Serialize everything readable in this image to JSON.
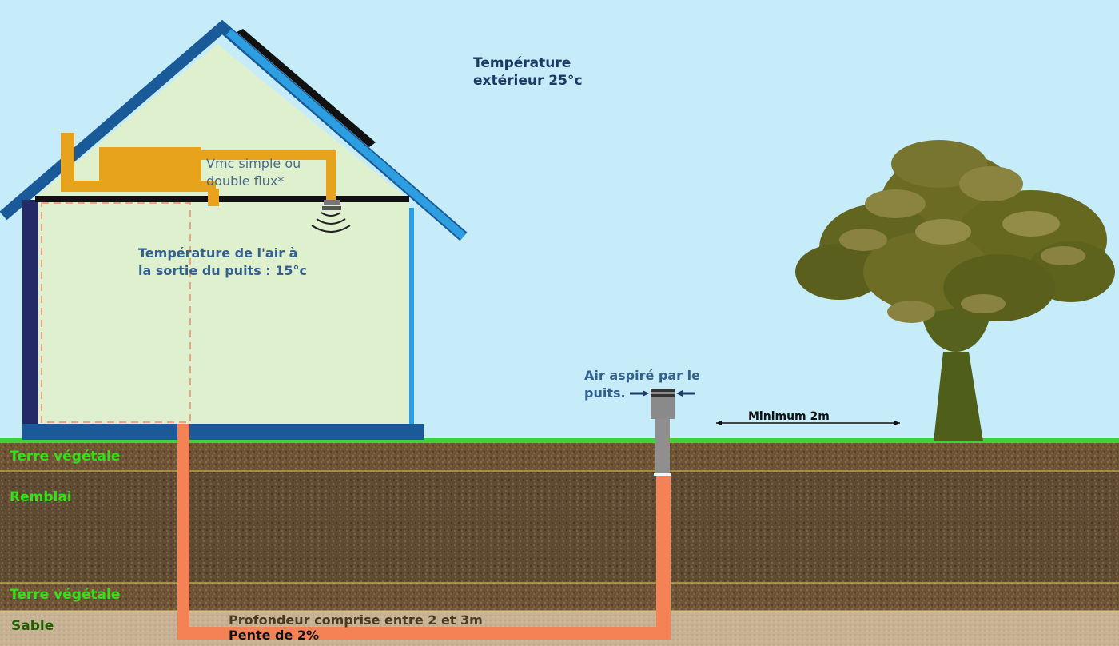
{
  "labels": {
    "outdoor_temp": [
      "Température",
      "extérieur 25°c"
    ],
    "vmc": [
      "Vmc simple ou",
      "double flux*"
    ],
    "well_outlet_temp": [
      "Température de l'air à",
      "la sortie du puits : 15°c"
    ],
    "air_intake": [
      "Air aspiré par le",
      "puits."
    ],
    "min_distance": "Minimum 2m",
    "depth": "Profondeur comprise entre 2 et 3m",
    "slope": "Pente de 2%"
  },
  "soil_layers": [
    "Terre végétale",
    "Remblai",
    "Terre végétale",
    "Sable"
  ],
  "colors": {
    "sky": "#c6ecfa",
    "house_wall": "#dff0cf",
    "roof_dark": "#1a5a98",
    "roof_light": "#2d9ee0",
    "vmc_duct": "#e8a31c",
    "buried_pipe": "#f58255",
    "grass": "#3fd13a",
    "soil": "#6e5436",
    "sand": "#c7b294",
    "tree_foliage": "#6b6b24",
    "tree_trunk": "#4f5f1a"
  },
  "icons": [
    "air-vent-icon",
    "intake-arrow-icon",
    "tree-icon"
  ]
}
